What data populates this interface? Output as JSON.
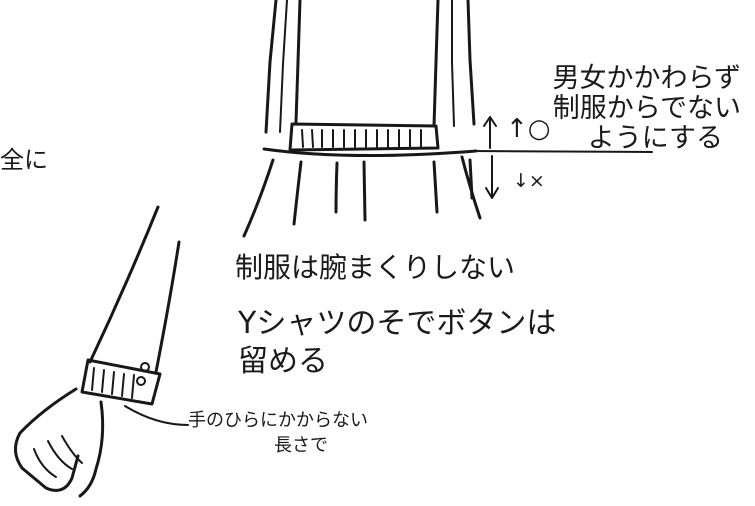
{
  "notes": {
    "left_edge": "全に",
    "uniform": [
      "男女かかわらず",
      "制服からでない",
      "ようにする"
    ],
    "up_ok": "↑○",
    "down_ng": "↓×",
    "sleeve": "制服は腕まくりしない",
    "button": [
      "Yシャツのそでボタンは",
      "留める"
    ],
    "length": [
      "手のひらにかからない",
      "長さで"
    ]
  },
  "colors": {
    "ink": "#181818",
    "paper": "#ffffff"
  }
}
